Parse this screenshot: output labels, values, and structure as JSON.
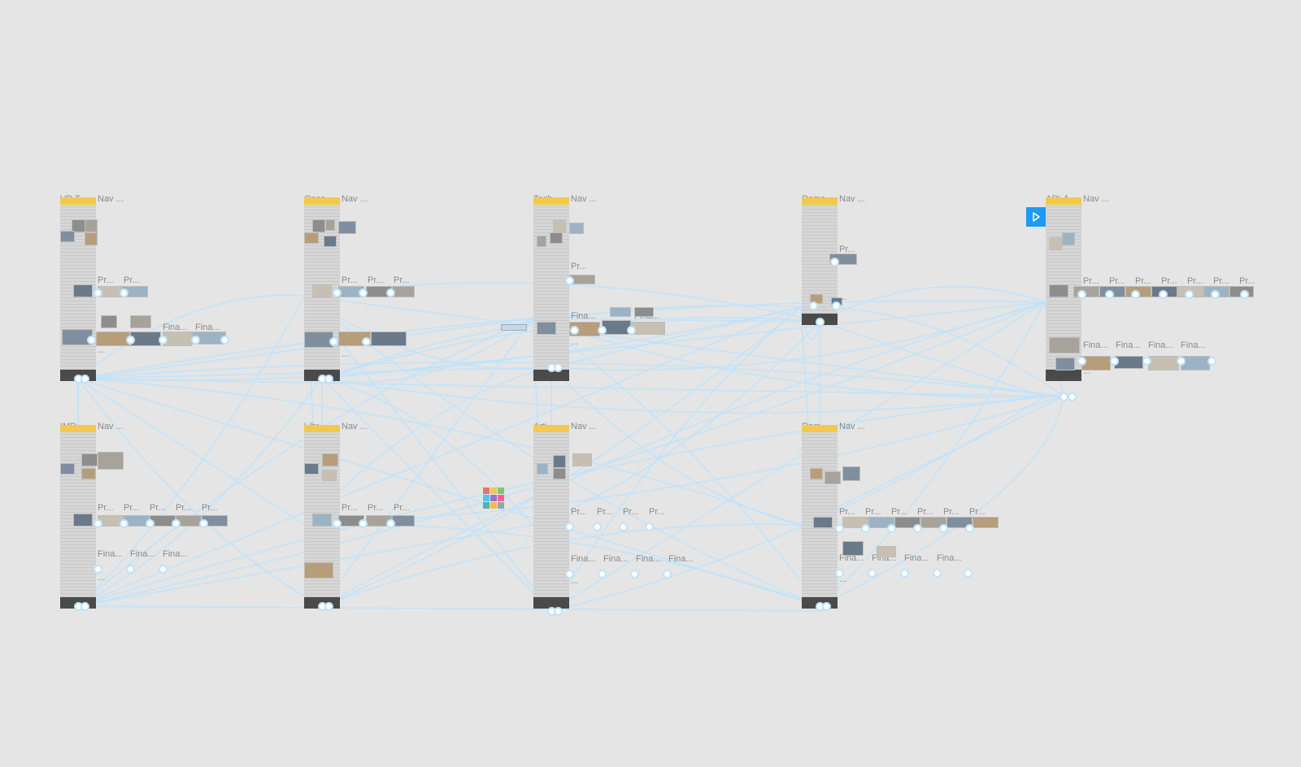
{
  "canvas": {
    "background": "#e5e5e5",
    "connector_color": "#bfe2fb",
    "play_button_color": "#1e9bf0"
  },
  "boards": [
    {
      "name": "VR T...",
      "nav": "Nav ...",
      "row1": [
        "Pr...",
        "Pr..."
      ],
      "row2": [
        "Fina...",
        "Fina..."
      ],
      "ellipsis": "..."
    },
    {
      "name": "Onco...",
      "nav": "Nav ...",
      "row1": [
        "Pr...",
        "Pr...",
        "Pr..."
      ],
      "row2": [],
      "ellipsis": "..."
    },
    {
      "name": "Tech...",
      "nav": "Nav ...",
      "row1": [
        "Pr..."
      ],
      "row2": [
        "Fina...",
        "Fina..."
      ],
      "ellipsis": "..."
    },
    {
      "name": "Rema...",
      "nav": "Nav ...",
      "row1": [
        "Pr..."
      ],
      "row2": [],
      "ellipsis": "..."
    },
    {
      "name": "APL f...",
      "nav": "Nav ...",
      "row1": [
        "Pr...",
        "Pr...",
        "Pr...",
        "Pr...",
        "Pr...",
        "Pr...",
        "Pr..."
      ],
      "row2": [
        "Fina...",
        "Fina...",
        "Fina...",
        "Fina..."
      ],
      "ellipsis": "..."
    },
    {
      "name": "IMD...",
      "nav": "Nav ...",
      "row1": [
        "Pr...",
        "Pr...",
        "Pr...",
        "Pr...",
        "Pr..."
      ],
      "row2": [
        "Fina...",
        "Fina...",
        "Fina..."
      ],
      "ellipsis": "..."
    },
    {
      "name": "Libr...",
      "nav": "Nav ...",
      "row1": [
        "Pr...",
        "Pr...",
        "Pr..."
      ],
      "row2": [],
      "ellipsis": ""
    },
    {
      "name": "Arti...",
      "nav": "Nav ...",
      "row1": [
        "Pr...",
        "Pr...",
        "Pr...",
        "Pr..."
      ],
      "row2": [
        "Fina...",
        "Fina...",
        "Fina...",
        "Fina..."
      ],
      "ellipsis": "..."
    },
    {
      "name": "Rom...",
      "nav": "Nav ...",
      "row1": [
        "Pr...",
        "Pr...",
        "Pr...",
        "Pr...",
        "Pr...",
        "Pr..."
      ],
      "row2": [
        "Fina...",
        "Fina...",
        "Fina...",
        "Fina..."
      ],
      "ellipsis": "..."
    }
  ],
  "play_button": {
    "icon": "play-icon"
  },
  "swatches": [
    "#e57373",
    "#f2c94c",
    "#7bc67e",
    "#4fc3f7",
    "#9575cd",
    "#f06292",
    "#4db6ac",
    "#ffb74d",
    "#90a4ae"
  ]
}
